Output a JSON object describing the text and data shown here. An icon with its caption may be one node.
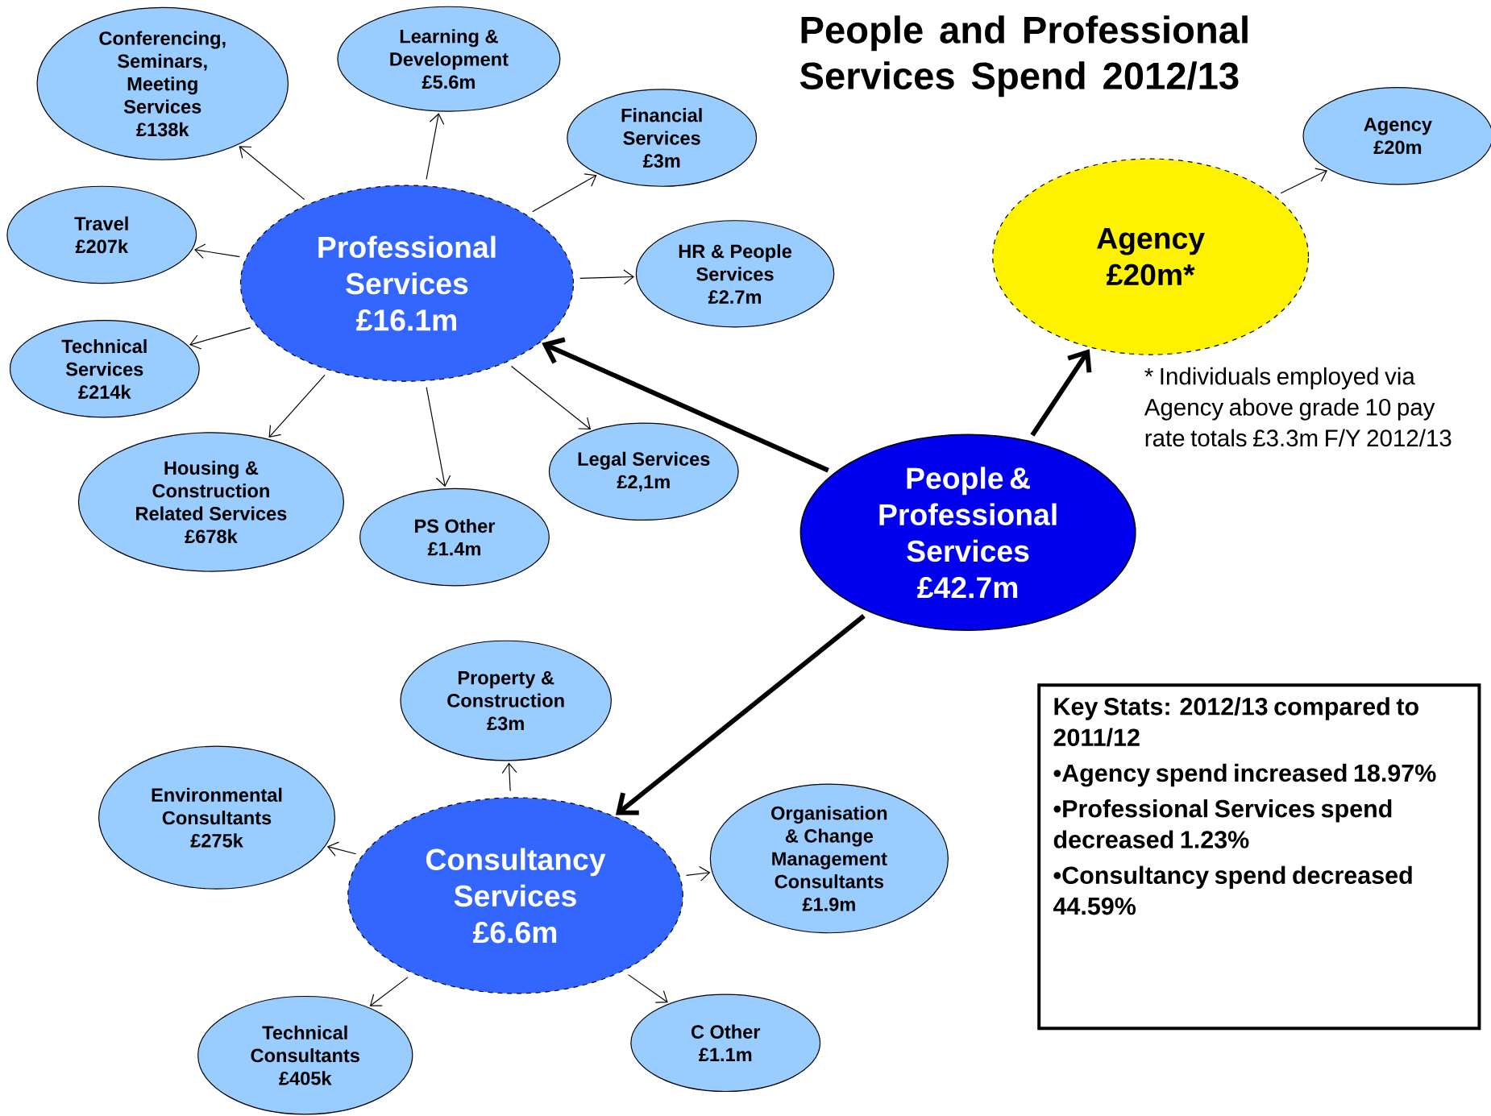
{
  "diagram": {
    "title": "People and Professional Services Spend 2012/13",
    "nodes": [
      {
        "text": [
          "Professional Services",
          "£16.1m"
        ]
      },
      {
        "text": [
          "Conferencing, Seminars, Meeting Services",
          "£138k"
        ]
      },
      {
        "text": [
          "Learning & Development",
          "£5.6m"
        ]
      },
      {
        "text": [
          "Financial Services",
          "£3m"
        ]
      },
      {
        "text": [
          "Travel",
          "£207k"
        ]
      },
      {
        "text": [
          "HR & People Services",
          "£2.7m"
        ]
      },
      {
        "text": [
          "Technical Services",
          "£214k"
        ]
      },
      {
        "text": [
          "Housing & Construction Related Services",
          "£678k"
        ]
      },
      {
        "text": [
          "PS Other",
          "£1.4m"
        ]
      },
      {
        "text": [
          "Legal Services",
          "£2,1m"
        ]
      },
      {
        "text": [
          "People & Professional Services",
          "£42.7m"
        ]
      },
      {
        "text": [
          "Agency",
          "£20m*"
        ],
        "beside": [
          "* Individuals employed via Agency above grade 10 pay rate totals £3.3m F/Y 2012/13"
        ]
      },
      {
        "text": [
          "Agency",
          "£20m"
        ]
      },
      {
        "text": [
          "Consultancy Services",
          "£6.6m"
        ]
      },
      {
        "text": [
          "Property & Construction",
          "£3m"
        ]
      },
      {
        "text": [
          "Environmental Consultants",
          "£275k"
        ]
      },
      {
        "text": [
          "Organisation & Change Management Consultants",
          "£1.9m"
        ]
      },
      {
        "text": [
          "Technical Consultants",
          "£405k"
        ]
      },
      {
        "text": [
          "C Other",
          "£1.1m"
        ]
      },
      {
        "text": [
          "Key Stats: 2012/13 compared to 2011/12",
          "•Agency spend increased 18.97%",
          "•Professional Services spend decreased 1.23%",
          "•Consultancy spend decreased 44.59%"
        ]
      }
    ],
    "edges": [
      {
        "from": 0,
        "to": 1,
        "arrow": "to"
      },
      {
        "from": 0,
        "to": 2,
        "arrow": "to"
      },
      {
        "from": 0,
        "to": 3,
        "arrow": "to"
      },
      {
        "from": 0,
        "to": 4,
        "arrow": "to"
      },
      {
        "from": 0,
        "to": 5,
        "arrow": "to"
      },
      {
        "from": 0,
        "to": 6,
        "arrow": "to"
      },
      {
        "from": 0,
        "to": 7,
        "arrow": "to"
      },
      {
        "from": 0,
        "to": 8,
        "arrow": "to"
      },
      {
        "from": 0,
        "to": 9,
        "arrow": "to"
      },
      {
        "from": 10,
        "to": 0,
        "arrow": "to",
        "style": "thick"
      },
      {
        "from": 10,
        "to": 11,
        "arrow": "to",
        "style": "thick"
      },
      {
        "from": 11,
        "to": 12,
        "arrow": "to"
      },
      {
        "from": 10,
        "to": 13,
        "arrow": "to",
        "style": "thick"
      },
      {
        "from": 13,
        "to": 14,
        "arrow": "to"
      },
      {
        "from": 13,
        "to": 15,
        "arrow": "to"
      },
      {
        "from": 13,
        "to": 16,
        "arrow": "to"
      },
      {
        "from": 13,
        "to": 17,
        "arrow": "to"
      },
      {
        "from": 13,
        "to": 18,
        "arrow": "to"
      }
    ]
  }
}
